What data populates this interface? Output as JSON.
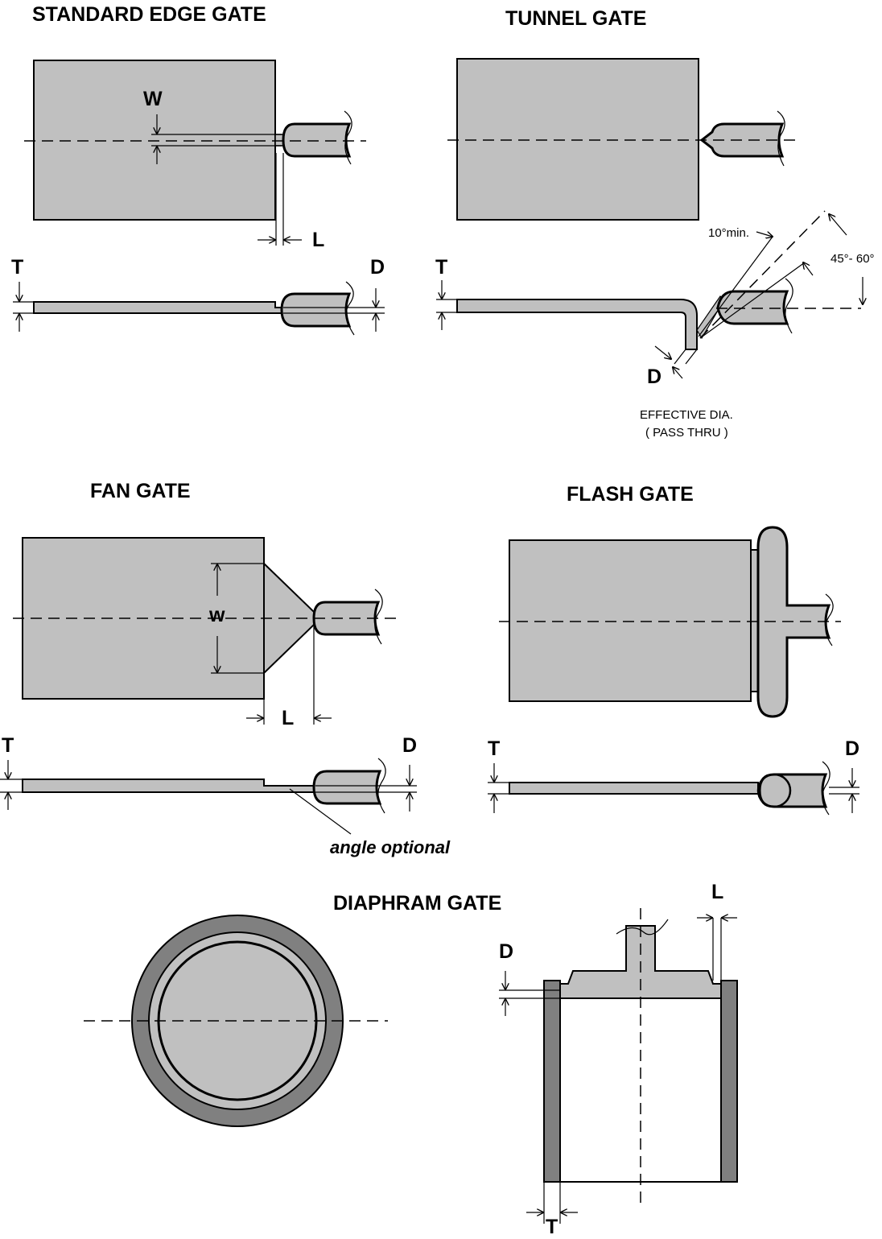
{
  "titles": {
    "standard_edge": "STANDARD EDGE GATE",
    "tunnel": "TUNNEL GATE",
    "fan": "FAN GATE",
    "flash": "FLASH GATE",
    "diaphragm": "DIAPHRAM GATE"
  },
  "labels": {
    "W_upper": "W",
    "w_lower": "w",
    "L": "L",
    "T": "T",
    "D": "D",
    "ten_min": "10°min.",
    "angle_range": "45°- 60°",
    "effective_dia": "EFFECTIVE DIA.",
    "pass_thru": "( PASS THRU )",
    "angle_optional": "angle optional"
  },
  "colors": {
    "part_fill": "#c0c0c0",
    "dark_fill": "#808080",
    "line": "#000000",
    "background": "#ffffff"
  }
}
